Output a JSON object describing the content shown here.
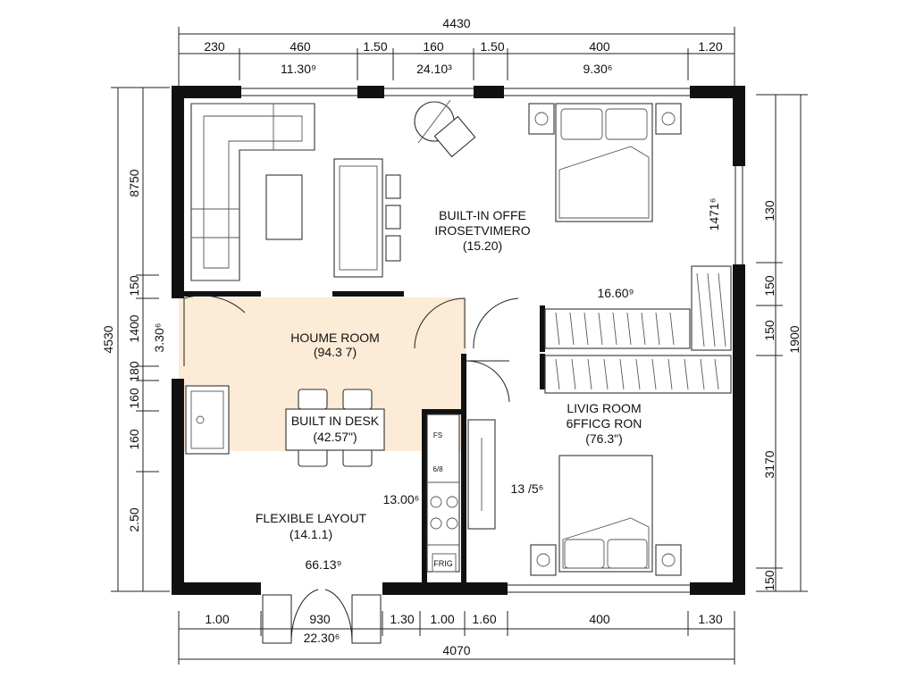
{
  "colors": {
    "wall": "#111111",
    "highlight": "#fbe8cf",
    "line": "#222222"
  },
  "dims": {
    "top_total": "4430",
    "top": [
      "230",
      "460",
      "1.50",
      "160",
      "1.50",
      "400",
      "1.20"
    ],
    "top_second": [
      "11.30⁹",
      "24.10³",
      "9.30⁶"
    ],
    "bottom_total": "4070",
    "bottom": [
      "1.00",
      "930",
      "1.30",
      "1.00",
      "1.60",
      "400",
      "1.30"
    ],
    "bottom_sub": "22.30⁶",
    "left_total": "4530",
    "left": [
      "8750",
      "150",
      "1400",
      "180",
      "160",
      "160",
      "2.50"
    ],
    "left_inner": "3.30⁶",
    "right_total": "1900",
    "right": [
      "130",
      "150",
      "150",
      "3170",
      "150"
    ],
    "right_inner": "1471⁶"
  },
  "rooms": {
    "office": {
      "name_1": "BUILT-IN OFFE",
      "name_2": "IROSETVIMERO",
      "area": "(15.20)"
    },
    "home": {
      "name": "HOUME ROOM",
      "area": "(94.3 7)"
    },
    "desk": {
      "name": "BUILT IN DESK",
      "area": "(42.57\")"
    },
    "living": {
      "name_1": "LIVIG ROOM",
      "name_2": "6FFICG RON",
      "area": "(76.3\")"
    },
    "flex": {
      "name": "FLEXIBLE LAYOUT",
      "area": "(14.1.1)"
    },
    "closet_dim": "16.60⁹",
    "kitchen_dim": "13.00⁶",
    "hall_dim": "13 /5⁶",
    "bottom_dim": "66.13⁹",
    "fridge": "FRIG",
    "counter_1": "FS",
    "counter_2": "6/8"
  }
}
